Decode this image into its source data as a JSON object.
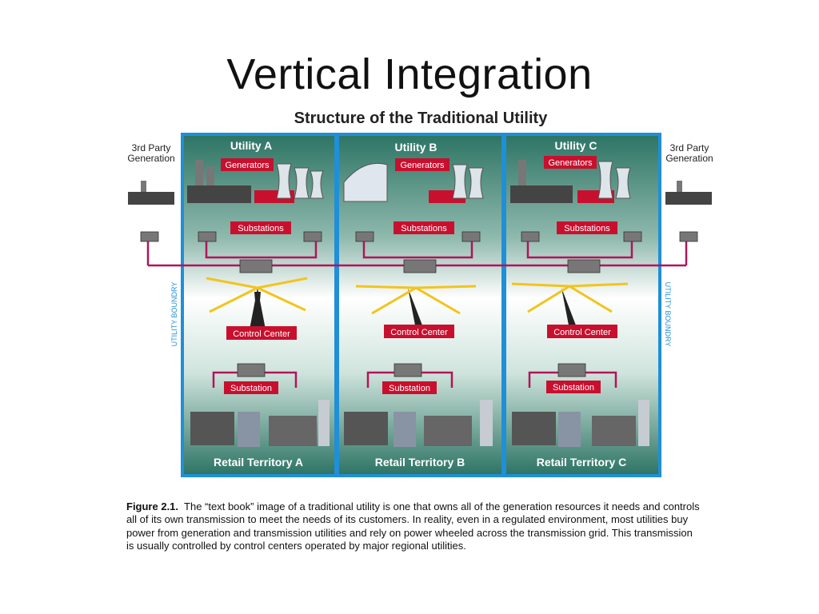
{
  "slide": {
    "title": "Vertical Integration"
  },
  "figure": {
    "title": "Structure of the Traditional Utility",
    "third_party_left": [
      "3rd Party",
      "Generation"
    ],
    "third_party_right": [
      "3rd Party",
      "Generation"
    ],
    "boundary_left": "UTILITY BOUNDRY",
    "boundary_right": "UTILITY BOUNDRY",
    "utilities": [
      {
        "name": "Utility A",
        "generators": "Generators",
        "substations": "Substations",
        "control": "Control Center",
        "substation": "Substation",
        "territory": "Retail Territory A"
      },
      {
        "name": "Utility B",
        "generators": "Generators",
        "substations": "Substations",
        "control": "Control Center",
        "substation": "Substation",
        "territory": "Retail Territory B"
      },
      {
        "name": "Utility C",
        "generators": "Generators",
        "substations": "Substations",
        "control": "Control Center",
        "substation": "Substation",
        "territory": "Retail Territory C"
      }
    ],
    "colors": {
      "panel_border": "#1f8fd8",
      "panel_top": "#2e7565",
      "panel_mid": "#ffffff",
      "label_red": "#c8102e",
      "line": "#b0155a"
    }
  },
  "caption": {
    "label": "Figure 2.1.",
    "text": "The “text book” image of a traditional utility is one that owns all of the generation resources it needs and controls all of its own transmission to meet the needs of its customers.  In reality, even in a regulated environment, most utilities buy power from generation and transmission utilities and rely on power wheeled across the transmission grid.  This transmission is usually controlled by control centers operated by major regional utilities."
  }
}
